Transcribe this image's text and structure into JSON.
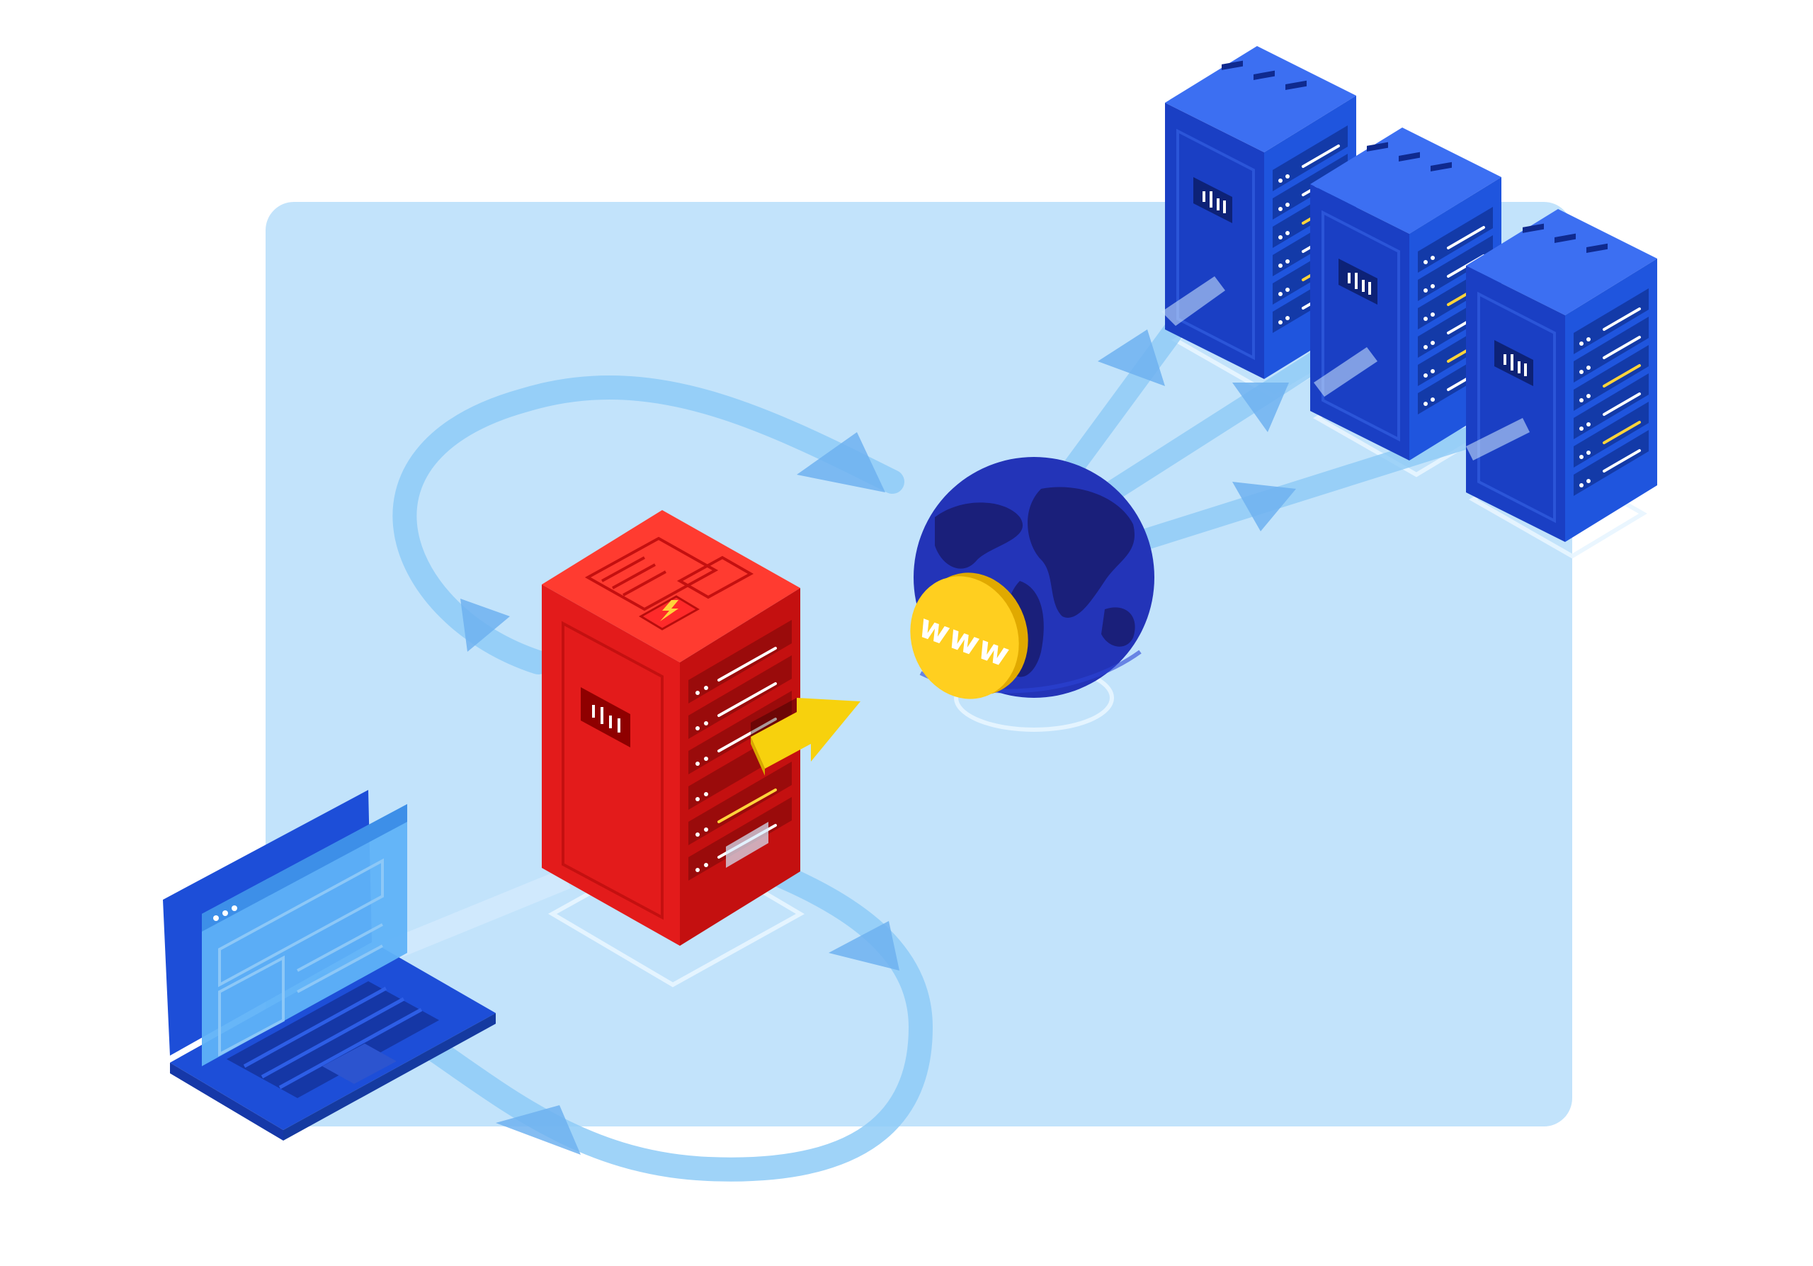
{
  "diagram": {
    "globe_badge": {
      "label": "www"
    },
    "colors": {
      "panel": "#c2e3fb",
      "flow_arrow": "#8ecbf7",
      "arrow_head": "#6fb2f0",
      "proxy_server": "#e31b1b",
      "target_server": "#1f55de",
      "globe": "#2334b8",
      "laptop": "#1d4ed8",
      "badge": "#ffcf1f",
      "accent_arrow": "#f7d10d"
    },
    "nodes": [
      {
        "id": "laptop",
        "name": "laptop"
      },
      {
        "id": "proxy",
        "name": "proxy-server"
      },
      {
        "id": "internet",
        "name": "globe"
      },
      {
        "id": "target-1",
        "name": "target-server"
      },
      {
        "id": "target-2",
        "name": "target-server"
      },
      {
        "id": "target-3",
        "name": "target-server"
      }
    ],
    "edges": [
      {
        "from": "laptop",
        "to": "proxy"
      },
      {
        "from": "proxy",
        "to": "internet"
      },
      {
        "from": "internet",
        "to": "target-1"
      },
      {
        "from": "internet",
        "to": "target-2"
      },
      {
        "from": "internet",
        "to": "target-3"
      }
    ],
    "icons": [
      "laptop-icon",
      "server-rack-icon",
      "globe-icon",
      "lightning-icon",
      "bar-chart-icon",
      "arrow-right-icon"
    ]
  }
}
